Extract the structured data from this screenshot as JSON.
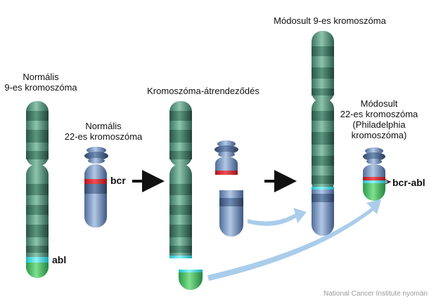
{
  "labels": {
    "normal9": [
      "Normális",
      "9-es kromoszóma"
    ],
    "normal22": [
      "Normális",
      "22-es kromoszóma"
    ],
    "rearrangement": "Kromoszóma-átrendeződés",
    "modified9": "Módosult 9-es kromoszóma",
    "modified22": [
      "Módosult",
      "22-es kromoszóma",
      "(Philadelphia",
      "kromoszóma)"
    ]
  },
  "genes": {
    "abl": "abl",
    "bcr": "bcr",
    "bcr_abl": "bcr-abl"
  },
  "credit": "National Cancer Institute nyomán",
  "colors": {
    "chr9": "#5f9e86",
    "chr9_band": "#3f7564",
    "chr22": "#7b9ccb",
    "chr22_band": "#4a628a",
    "abl_gene": "#2fd8e0",
    "bcr_gene": "#d9262b",
    "fragment": "#4cc46a",
    "arrow_light": "#a9cdeb",
    "arrow_dark": "#111111"
  }
}
